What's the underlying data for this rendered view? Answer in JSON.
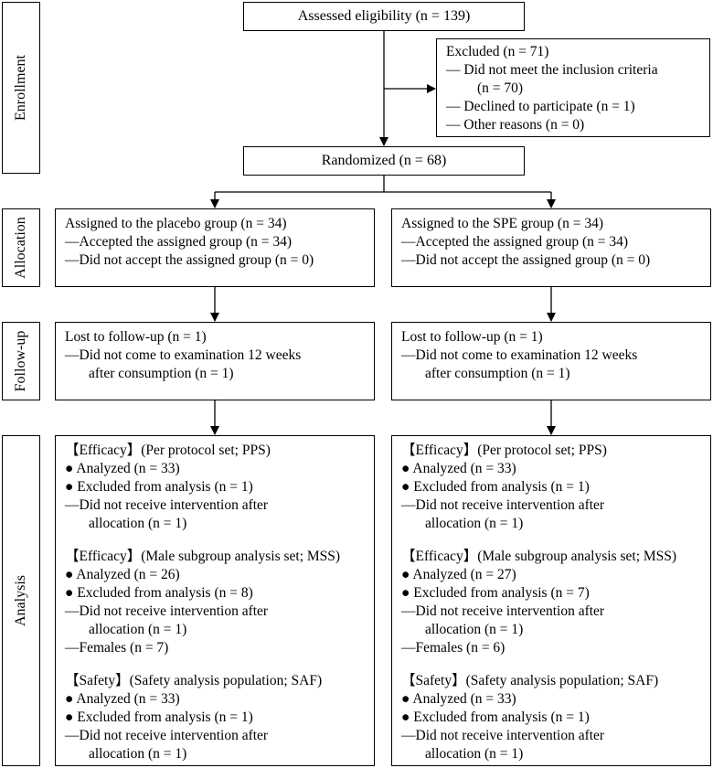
{
  "stages": {
    "enrollment": "Enrollment",
    "allocation": "Allocation",
    "followup": "Follow-up",
    "analysis": "Analysis"
  },
  "assessed": "Assessed eligibility (n = 139)",
  "excluded": {
    "lines": [
      "Excluded (n = 71)",
      "— Did not meet the inclusion criteria",
      "(n = 70)",
      "— Declined to participate (n = 1)",
      "— Other reasons (n = 0)"
    ]
  },
  "randomized": "Randomized (n = 68)",
  "placebo": {
    "allocation": [
      "Assigned to the placebo group (n = 34)",
      "—Accepted the assigned group (n = 34)",
      "—Did not accept the assigned group (n = 0)"
    ],
    "followup": [
      "Lost to follow-up (n = 1)",
      "—Did not come to examination 12 weeks",
      "after consumption (n = 1)"
    ],
    "pps": [
      "【Efficacy】(Per protocol set; PPS)",
      "● Analyzed (n = 33)",
      "● Excluded from analysis (n = 1)",
      "—Did not receive intervention after",
      "allocation (n = 1)"
    ],
    "mss": [
      "【Efficacy】(Male subgroup analysis set; MSS)",
      "● Analyzed (n = 26)",
      "● Excluded from analysis (n = 8)",
      "—Did not receive intervention after",
      "allocation (n = 1)",
      "—Females (n = 7)"
    ],
    "saf": [
      "【Safety】(Safety analysis population; SAF)",
      "● Analyzed (n = 33)",
      "● Excluded from analysis (n = 1)",
      "—Did not receive intervention after",
      "allocation (n = 1)"
    ]
  },
  "spe": {
    "allocation": [
      "Assigned to the SPE group (n = 34)",
      "—Accepted the assigned group (n = 34)",
      "—Did not accept the assigned group (n = 0)"
    ],
    "followup": [
      "Lost to follow-up (n = 1)",
      "—Did not come to examination 12 weeks",
      "after consumption (n = 1)"
    ],
    "pps": [
      "【Efficacy】(Per protocol set; PPS)",
      "● Analyzed (n = 33)",
      "● Excluded from analysis (n = 1)",
      "—Did not receive intervention after",
      "allocation (n = 1)"
    ],
    "mss": [
      "【Efficacy】(Male subgroup analysis set; MSS)",
      "● Analyzed (n = 27)",
      "● Excluded from analysis (n = 7)",
      "—Did not receive intervention after",
      "allocation (n = 1)",
      "—Females (n = 6)"
    ],
    "saf": [
      "【Safety】(Safety analysis population; SAF)",
      "● Analyzed (n = 33)",
      "● Excluded from analysis (n = 1)",
      "—Did not receive intervention after",
      "allocation (n = 1)"
    ]
  }
}
